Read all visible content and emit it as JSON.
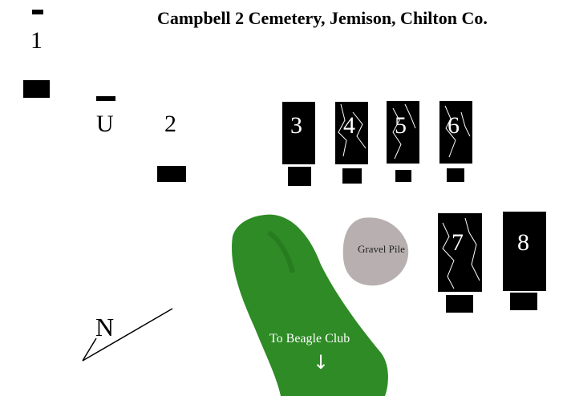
{
  "title": "Campbell 2 Cemetery, Jemison, Chilton Co.",
  "graves": [
    {
      "id": "1",
      "label": "1"
    },
    {
      "id": "U",
      "label": "U"
    },
    {
      "id": "2",
      "label": "2"
    },
    {
      "id": "3",
      "label": "3"
    },
    {
      "id": "4",
      "label": "4"
    },
    {
      "id": "5",
      "label": "5"
    },
    {
      "id": "6",
      "label": "6"
    },
    {
      "id": "7",
      "label": "7"
    },
    {
      "id": "8",
      "label": "8"
    }
  ],
  "gravel_pile": "Gravel Pile",
  "road_label": "To Beagle Club",
  "road_arrow": "↓",
  "north_label": "N",
  "colors": {
    "road": "#2e8b25",
    "gravel": "#b8b0b0",
    "marker": "#000000"
  }
}
